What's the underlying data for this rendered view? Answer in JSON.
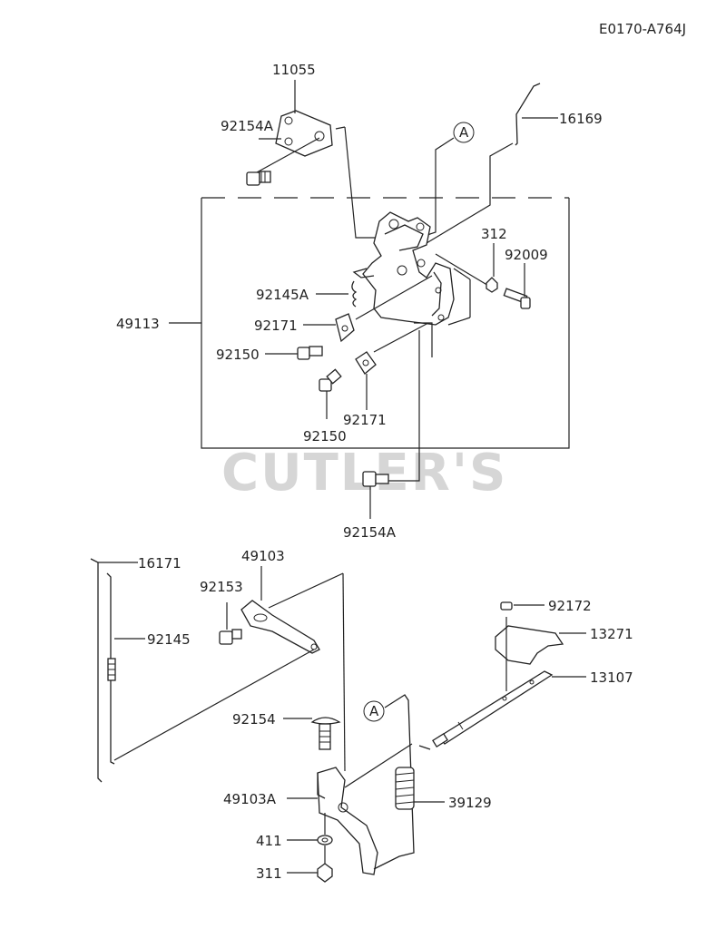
{
  "document_code": "E0170-A764J",
  "watermark": "CUTLER'S",
  "callouts": {
    "ref_a_top": "A",
    "ref_a_bottom": "A"
  },
  "labels": {
    "p11055": "11055",
    "p92154A_top": "92154A",
    "p16169": "16169",
    "p312": "312",
    "p92009": "92009",
    "p92145A": "92145A",
    "p49113": "49113",
    "p92171_a": "92171",
    "p92150_a": "92150",
    "p92171_b": "92171",
    "p92150_b": "92150",
    "p92154A_bottom": "92154A",
    "p16171": "16171",
    "p49103": "49103",
    "p92153": "92153",
    "p92145": "92145",
    "p92172": "92172",
    "p13271": "13271",
    "p13107": "13107",
    "p92154": "92154",
    "p49103A": "49103A",
    "p39129": "39129",
    "p411": "411",
    "p311": "311"
  }
}
